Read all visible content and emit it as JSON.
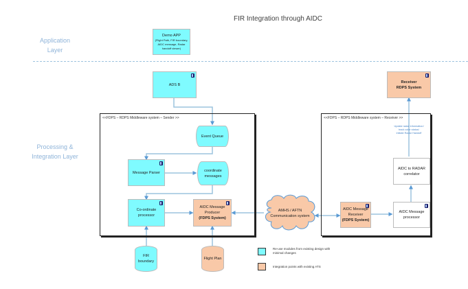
{
  "title": "FIR Integration through AIDC",
  "layers": {
    "application": [
      "Application",
      "Layer"
    ],
    "processing": [
      "Processing &",
      "Integration Layer"
    ]
  },
  "nodes": {
    "demo_app": {
      "title": "Demo APP",
      "detail": [
        "(Flight Path, FIR boundary,",
        "AIDC message, Radar",
        "handoff viewer)"
      ]
    },
    "ads_b": {
      "label": "ADS B"
    },
    "receiver_rdps": {
      "line1": "Receiver",
      "line2": "RDPS System"
    },
    "event_queue": {
      "label": "Event Queue"
    },
    "message_parser": {
      "label": "Message Parser"
    },
    "coordinate_messages": {
      "line1": "coordinate",
      "line2": "messages"
    },
    "coordinate_processor": {
      "line1": "Co-ordinate",
      "line2": "processor"
    },
    "aidc_producer": {
      "line1": "AIDC Message",
      "line2": "Producer",
      "line3": "(FDPS System)"
    },
    "amhs_cloud": {
      "line1": "AMHS / AFTN",
      "line2": "Communication system"
    },
    "aidc_receiver": {
      "line1": "AIDC Message",
      "line2": "Receiver",
      "line3": "(FDPS System)"
    },
    "aidc_processor": {
      "line1": "AIDC Message",
      "line2": "processor"
    },
    "aidc_radar_correlator": {
      "line1": "AIDC to RADAR",
      "line2": "correlator"
    },
    "fir_boundary": {
      "line1": "FIR",
      "line2": "boundary"
    },
    "flight_plan": {
      "label": "Flight Plan"
    }
  },
  "frames": {
    "sender": "<<FDPS – RDPS Middleware system – Sender >>",
    "receiver": "<<FDPS – RDPS Middleware system – Receiver >>"
  },
  "annotation": [
    "Update radar information/",
    "track color status/",
    "initiate Radar Handoff"
  ],
  "legend": [
    {
      "color": "#7ffbff",
      "label": [
        "Re-use modules from existing design with",
        "minimal changes"
      ]
    },
    {
      "color": "#f9c9a8",
      "label": [
        "Integration points with existing ATS"
      ]
    }
  ],
  "colors": {
    "reuse": "#7ffbff",
    "integration": "#f9c9a8",
    "connector": "#9cc3de",
    "arrow": "#5b9bd5"
  }
}
